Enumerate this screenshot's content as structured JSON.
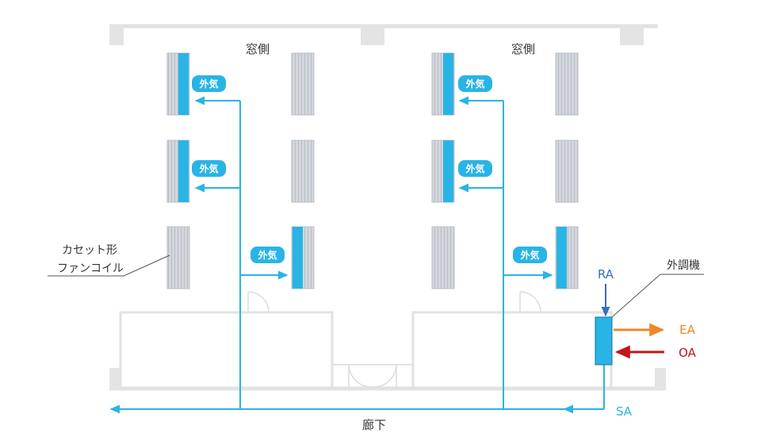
{
  "labels": {
    "window_side_left": "窓側",
    "window_side_right": "窓側",
    "corridor": "廊下",
    "cassette_line1": "カセット形",
    "cassette_line2": "ファンコイル",
    "unit": "外調機"
  },
  "badge_text": "外気",
  "airflow": {
    "ra": "RA",
    "ea": "EA",
    "oa": "OA",
    "sa": "SA"
  },
  "colors": {
    "supply": "#29B4E6",
    "return": "#3B6FB6",
    "exhaust": "#E8892B",
    "outdoor": "#C0161C",
    "badge": "#29B4E6",
    "wall": "#E4E4E4",
    "unit_fill": "#D2D6DC"
  }
}
